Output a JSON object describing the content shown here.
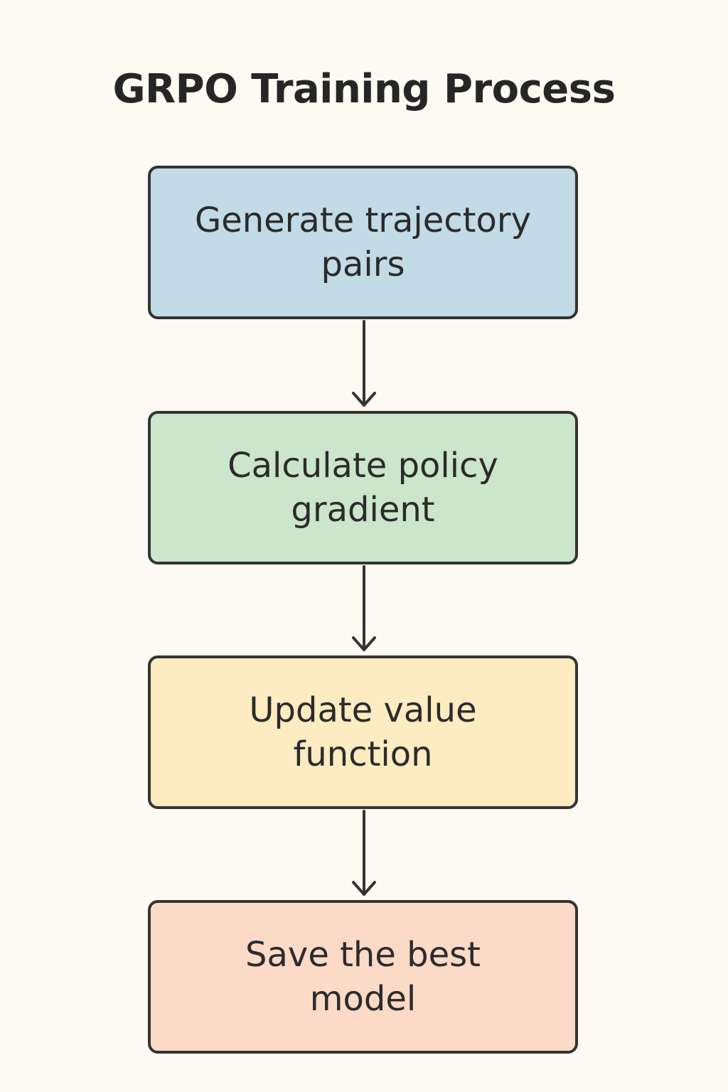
{
  "diagram": {
    "title": "GRPO Training Process",
    "steps": [
      {
        "label": "Generate trajectory pairs",
        "fill": "#c2dbe6"
      },
      {
        "label": "Calculate policy gradient",
        "fill": "#cbe6cb"
      },
      {
        "label": "Update value function",
        "fill": "#fdebc2"
      },
      {
        "label": "Save the best model",
        "fill": "#fcdac8"
      }
    ],
    "stroke_color": "#343434",
    "background": "#fdfaf3"
  }
}
